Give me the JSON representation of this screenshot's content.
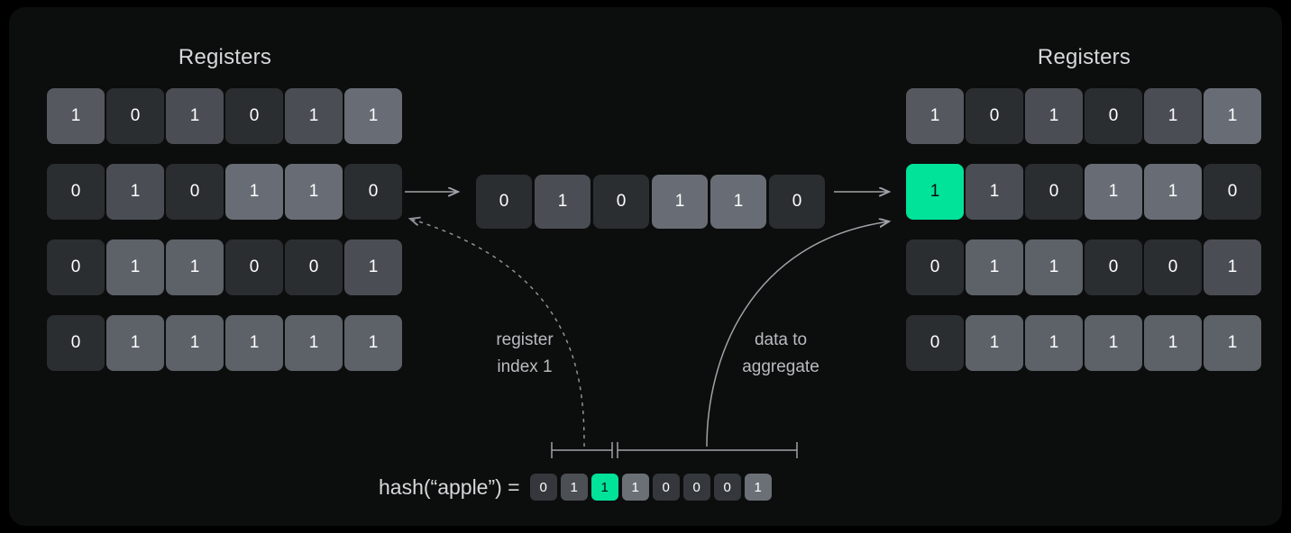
{
  "panel": {
    "background": "#0c0d0d",
    "accent": "#00e398"
  },
  "left_registers": {
    "title": "Registers",
    "rows": [
      {
        "cells": [
          {
            "value": "1",
            "shade": "v1b"
          },
          {
            "value": "0",
            "shade": "v0"
          },
          {
            "value": "1",
            "shade": "v1a"
          },
          {
            "value": "0",
            "shade": "v0"
          },
          {
            "value": "1",
            "shade": "v1a"
          },
          {
            "value": "1",
            "shade": "v1c"
          }
        ]
      },
      {
        "cells": [
          {
            "value": "0",
            "shade": "v0"
          },
          {
            "value": "1",
            "shade": "v1a"
          },
          {
            "value": "0",
            "shade": "v0"
          },
          {
            "value": "1",
            "shade": "v1c"
          },
          {
            "value": "1",
            "shade": "v1c"
          },
          {
            "value": "0",
            "shade": "v0"
          }
        ]
      },
      {
        "cells": [
          {
            "value": "0",
            "shade": "v0"
          },
          {
            "value": "1",
            "shade": "v1d"
          },
          {
            "value": "1",
            "shade": "v1d"
          },
          {
            "value": "0",
            "shade": "v0"
          },
          {
            "value": "0",
            "shade": "v0"
          },
          {
            "value": "1",
            "shade": "v1a"
          }
        ]
      },
      {
        "cells": [
          {
            "value": "0",
            "shade": "v0"
          },
          {
            "value": "1",
            "shade": "v1d"
          },
          {
            "value": "1",
            "shade": "v1d"
          },
          {
            "value": "1",
            "shade": "v1d"
          },
          {
            "value": "1",
            "shade": "v1d"
          },
          {
            "value": "1",
            "shade": "v1d"
          }
        ]
      }
    ]
  },
  "mid_register": {
    "cells": [
      {
        "value": "0",
        "shade": "v0"
      },
      {
        "value": "1",
        "shade": "v1a"
      },
      {
        "value": "0",
        "shade": "v0"
      },
      {
        "value": "1",
        "shade": "v1c"
      },
      {
        "value": "1",
        "shade": "v1c"
      },
      {
        "value": "0",
        "shade": "v0"
      }
    ]
  },
  "right_registers": {
    "title": "Registers",
    "rows": [
      {
        "cells": [
          {
            "value": "1",
            "shade": "v1b"
          },
          {
            "value": "0",
            "shade": "v0"
          },
          {
            "value": "1",
            "shade": "v1a"
          },
          {
            "value": "0",
            "shade": "v0"
          },
          {
            "value": "1",
            "shade": "v1a"
          },
          {
            "value": "1",
            "shade": "v1c"
          }
        ]
      },
      {
        "cells": [
          {
            "value": "1",
            "shade": "hl"
          },
          {
            "value": "1",
            "shade": "v1a"
          },
          {
            "value": "0",
            "shade": "v0"
          },
          {
            "value": "1",
            "shade": "v1c"
          },
          {
            "value": "1",
            "shade": "v1c"
          },
          {
            "value": "0",
            "shade": "v0"
          }
        ]
      },
      {
        "cells": [
          {
            "value": "0",
            "shade": "v0"
          },
          {
            "value": "1",
            "shade": "v1d"
          },
          {
            "value": "1",
            "shade": "v1d"
          },
          {
            "value": "0",
            "shade": "v0"
          },
          {
            "value": "0",
            "shade": "v0"
          },
          {
            "value": "1",
            "shade": "v1a"
          }
        ]
      },
      {
        "cells": [
          {
            "value": "0",
            "shade": "v0"
          },
          {
            "value": "1",
            "shade": "v1d"
          },
          {
            "value": "1",
            "shade": "v1d"
          },
          {
            "value": "1",
            "shade": "v1d"
          },
          {
            "value": "1",
            "shade": "v1d"
          },
          {
            "value": "1",
            "shade": "v1d"
          }
        ]
      }
    ]
  },
  "hash": {
    "label": "hash(“apple”) =",
    "bits": [
      {
        "value": "0",
        "shade": "v0"
      },
      {
        "value": "1",
        "shade": "v1a"
      },
      {
        "value": "1",
        "shade": "hl"
      },
      {
        "value": "1",
        "shade": "v1b"
      },
      {
        "value": "0",
        "shade": "v0"
      },
      {
        "value": "0",
        "shade": "v0"
      },
      {
        "value": "0",
        "shade": "v0"
      },
      {
        "value": "1",
        "shade": "v1b"
      }
    ]
  },
  "annotations": {
    "register_index": "register\nindex 1",
    "register_index_line1": "register",
    "register_index_line2": "index 1",
    "data_to_aggregate_line1": "data to",
    "data_to_aggregate_line2": "aggregate"
  }
}
